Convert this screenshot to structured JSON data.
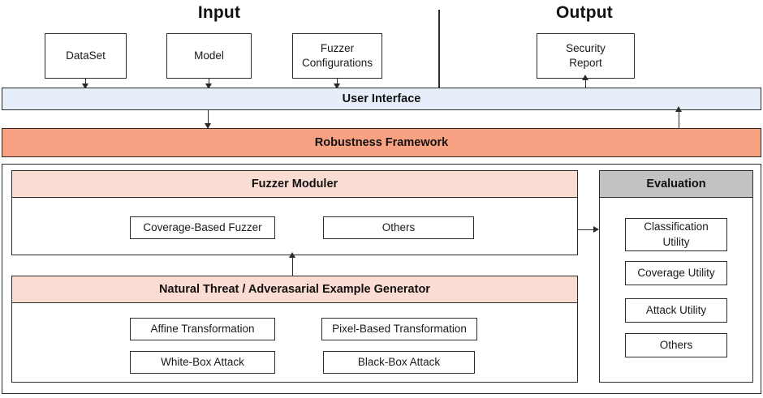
{
  "diagram": {
    "sections": {
      "input_title": "Input",
      "output_title": "Output"
    },
    "input_nodes": [
      {
        "label": "DataSet"
      },
      {
        "label": "Model"
      },
      {
        "label": "Fuzzer\nConfigurations"
      }
    ],
    "output_nodes": [
      {
        "label": "Security\nReport"
      }
    ],
    "bands": [
      {
        "label": "User Interface",
        "color": "#e6eff9"
      },
      {
        "label": "Robustness Framework",
        "color": "#f9a183"
      }
    ],
    "fuzzer_panel": {
      "header": "Fuzzer Moduler",
      "header_color": "#fbdcd2",
      "items": [
        {
          "label": "Coverage-Based Fuzzer"
        },
        {
          "label": "Others"
        }
      ]
    },
    "generator_panel": {
      "header": "Natural Threat / Adverasarial Example Generator",
      "header_color": "#fbdcd2",
      "items": [
        {
          "label": "Affine Transformation"
        },
        {
          "label": "Pixel-Based Transformation"
        },
        {
          "label": "White-Box Attack"
        },
        {
          "label": "Black-Box Attack"
        }
      ]
    },
    "evaluation_panel": {
      "header": "Evaluation",
      "header_color": "#c2c2c2",
      "items": [
        {
          "label": "Classification\nUtility"
        },
        {
          "label": "Coverage Utility"
        },
        {
          "label": "Attack Utility"
        },
        {
          "label": "Others"
        }
      ]
    }
  }
}
